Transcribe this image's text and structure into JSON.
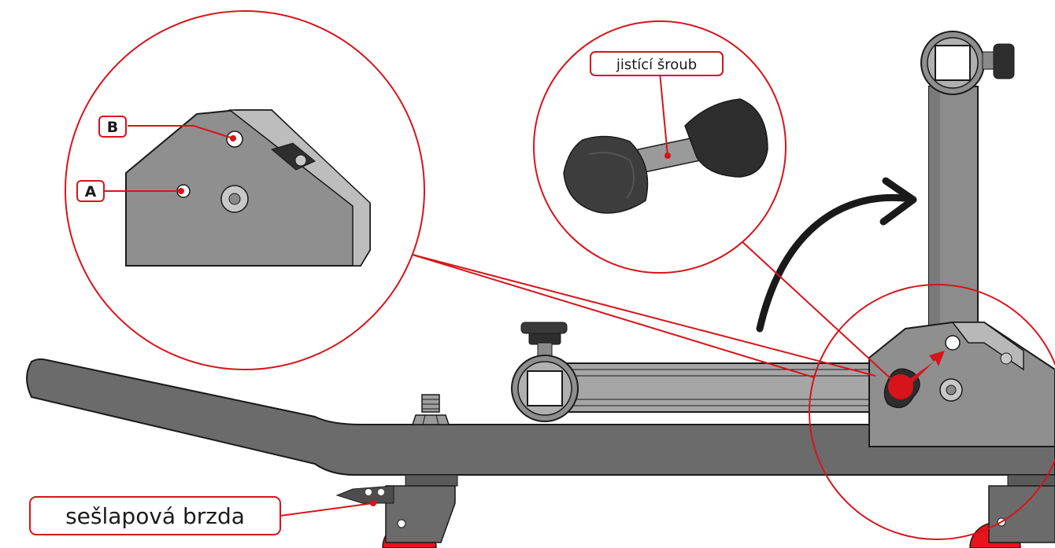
{
  "labels": {
    "point_b": "B",
    "point_a": "A",
    "locking_screw": "jistící šroub",
    "foot_brake": "sešlapová brzda"
  },
  "colors": {
    "accent_red": "#d7141a",
    "frame_dark": "#6b6b6b",
    "frame_light": "#a6a6a6",
    "knob": "#3a3a3a",
    "outline": "#1a1a1a",
    "wheel_red": "#e8141c"
  },
  "icons": {
    "rotation_arrow": "curved-arrow-up-right",
    "pin_direction": "red-arrow-up-right"
  }
}
